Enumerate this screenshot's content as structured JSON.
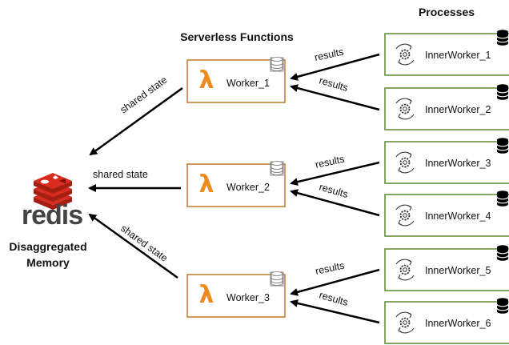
{
  "titles": {
    "processes": "Processes",
    "serverless": "Serverless Functions",
    "memory_line1": "Disaggregated",
    "memory_line2": "Memory"
  },
  "redis_logo": {
    "wordmark": "redis",
    "color": "#d82c20"
  },
  "workers": [
    {
      "label": "Worker_1",
      "icon": "lambda-icon"
    },
    {
      "label": "Worker_2",
      "icon": "lambda-icon"
    },
    {
      "label": "Worker_3",
      "icon": "lambda-icon"
    }
  ],
  "inner_workers": [
    {
      "label": "InnerWorker_1",
      "icon": "gear-cycle-icon"
    },
    {
      "label": "InnerWorker_2",
      "icon": "gear-cycle-icon"
    },
    {
      "label": "InnerWorker_3",
      "icon": "gear-cycle-icon"
    },
    {
      "label": "InnerWorker_4",
      "icon": "gear-cycle-icon"
    },
    {
      "label": "InnerWorker_5",
      "icon": "gear-cycle-icon"
    },
    {
      "label": "InnerWorker_6",
      "icon": "gear-cycle-icon"
    }
  ],
  "edges": {
    "results_label": "results",
    "shared_state_label": "shared state"
  },
  "colors": {
    "worker_border": "#c0792a",
    "lambda": "#f08a1c",
    "inner_border": "#5a8a2a",
    "arrow": "#000000"
  }
}
